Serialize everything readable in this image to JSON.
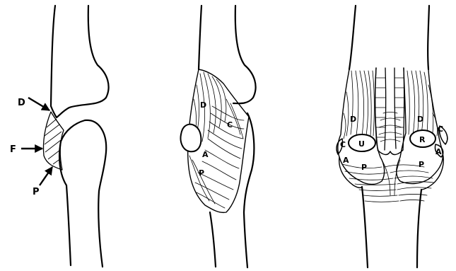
{
  "labels": {
    "left": {
      "d": "D",
      "f": "F",
      "p": "P"
    },
    "middle": {
      "d": "D",
      "c": "C",
      "a": "A",
      "p": "P"
    },
    "right": {
      "d_left": "D",
      "c_left": "C",
      "u": "U",
      "a_left": "A",
      "p_left": "P",
      "d_right": "D",
      "c_right": "C",
      "r": "R",
      "a_right": "A",
      "p_right": "P"
    }
  }
}
